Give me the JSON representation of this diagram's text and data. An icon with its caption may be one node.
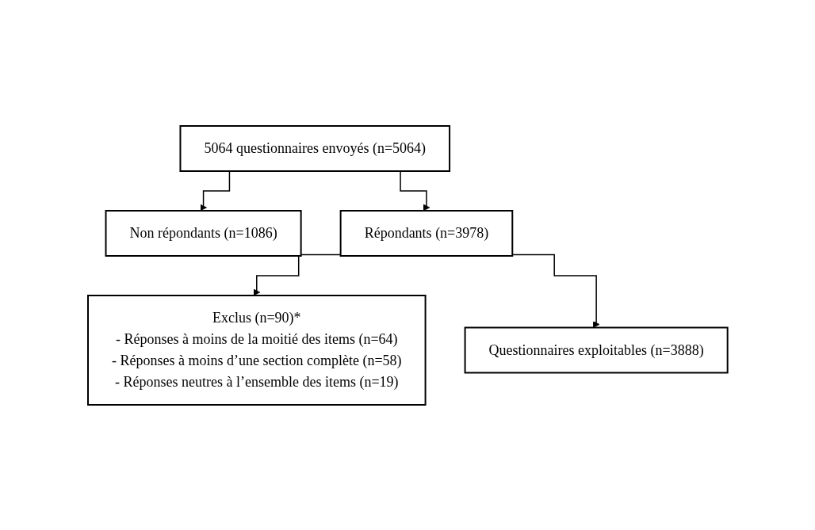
{
  "diagram": {
    "nodes": [
      {
        "text": [
          "5064 questionnaires envoyés (n=5064)"
        ]
      },
      {
        "text": [
          "Non répondants (n=1086)"
        ]
      },
      {
        "text": [
          "Répondants (n=3978)"
        ]
      },
      {
        "text": [
          "Exclus (n=90)*",
          "- Réponses à moins de la moitié des items (n=64)",
          "- Réponses à moins d’une section complète (n=58)",
          "- Réponses neutres à l’ensemble des items (n=19)"
        ]
      },
      {
        "text": [
          "Questionnaires exploitables (n=3888)"
        ]
      }
    ],
    "edges": [
      {
        "from": 0,
        "to": 1,
        "arrow": "to"
      },
      {
        "from": 0,
        "to": 2,
        "arrow": "to"
      },
      {
        "from": 2,
        "to": 3,
        "arrow": "to"
      },
      {
        "from": 2,
        "to": 4,
        "arrow": "to"
      }
    ]
  }
}
